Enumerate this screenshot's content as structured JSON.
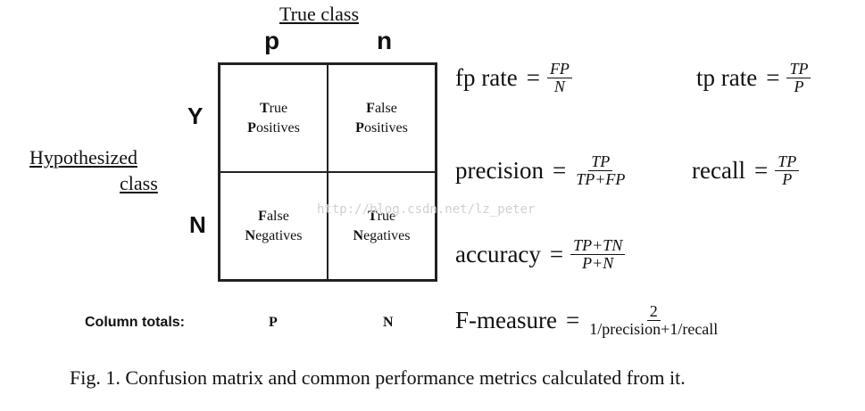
{
  "header": {
    "true_class": "True class",
    "col_p": "p",
    "col_n": "n"
  },
  "rows": {
    "y": "Y",
    "n": "N",
    "hyp_line1": "Hypothesized",
    "hyp_line2": "class"
  },
  "matrix": {
    "tp": {
      "i1": "T",
      "r1": "rue",
      "i2": "P",
      "r2": "ositives"
    },
    "fp": {
      "i1": "F",
      "r1": "alse",
      "i2": "P",
      "r2": "ositives"
    },
    "fn": {
      "i1": "F",
      "r1": "alse",
      "i2": "N",
      "r2": "egatives"
    },
    "tn": {
      "i1": "T",
      "r1": "rue",
      "i2": "N",
      "r2": "egatives"
    }
  },
  "watermark": "http://blog.csdn.net/lz_peter",
  "formulas": {
    "fp_rate": {
      "label": "fp rate",
      "eq": "=",
      "num": "FP",
      "den": "N"
    },
    "tp_rate": {
      "label": "tp rate",
      "eq": "=",
      "num": "TP",
      "den": "P"
    },
    "precision": {
      "label": "precision",
      "eq": "=",
      "num": "TP",
      "den": "TP+FP"
    },
    "recall": {
      "label": "recall",
      "eq": "=",
      "num": "TP",
      "den": "P"
    },
    "accuracy": {
      "label": "accuracy",
      "eq": "=",
      "num": "TP+TN",
      "den": "P+N"
    },
    "f_measure": {
      "label": "F-measure",
      "eq": "=",
      "num": "2",
      "den": "1/precision+1/recall"
    }
  },
  "totals": {
    "label": "Column totals:",
    "p": "P",
    "n": "N"
  },
  "caption": "Fig. 1.  Confusion matrix and common performance metrics calculated from it."
}
